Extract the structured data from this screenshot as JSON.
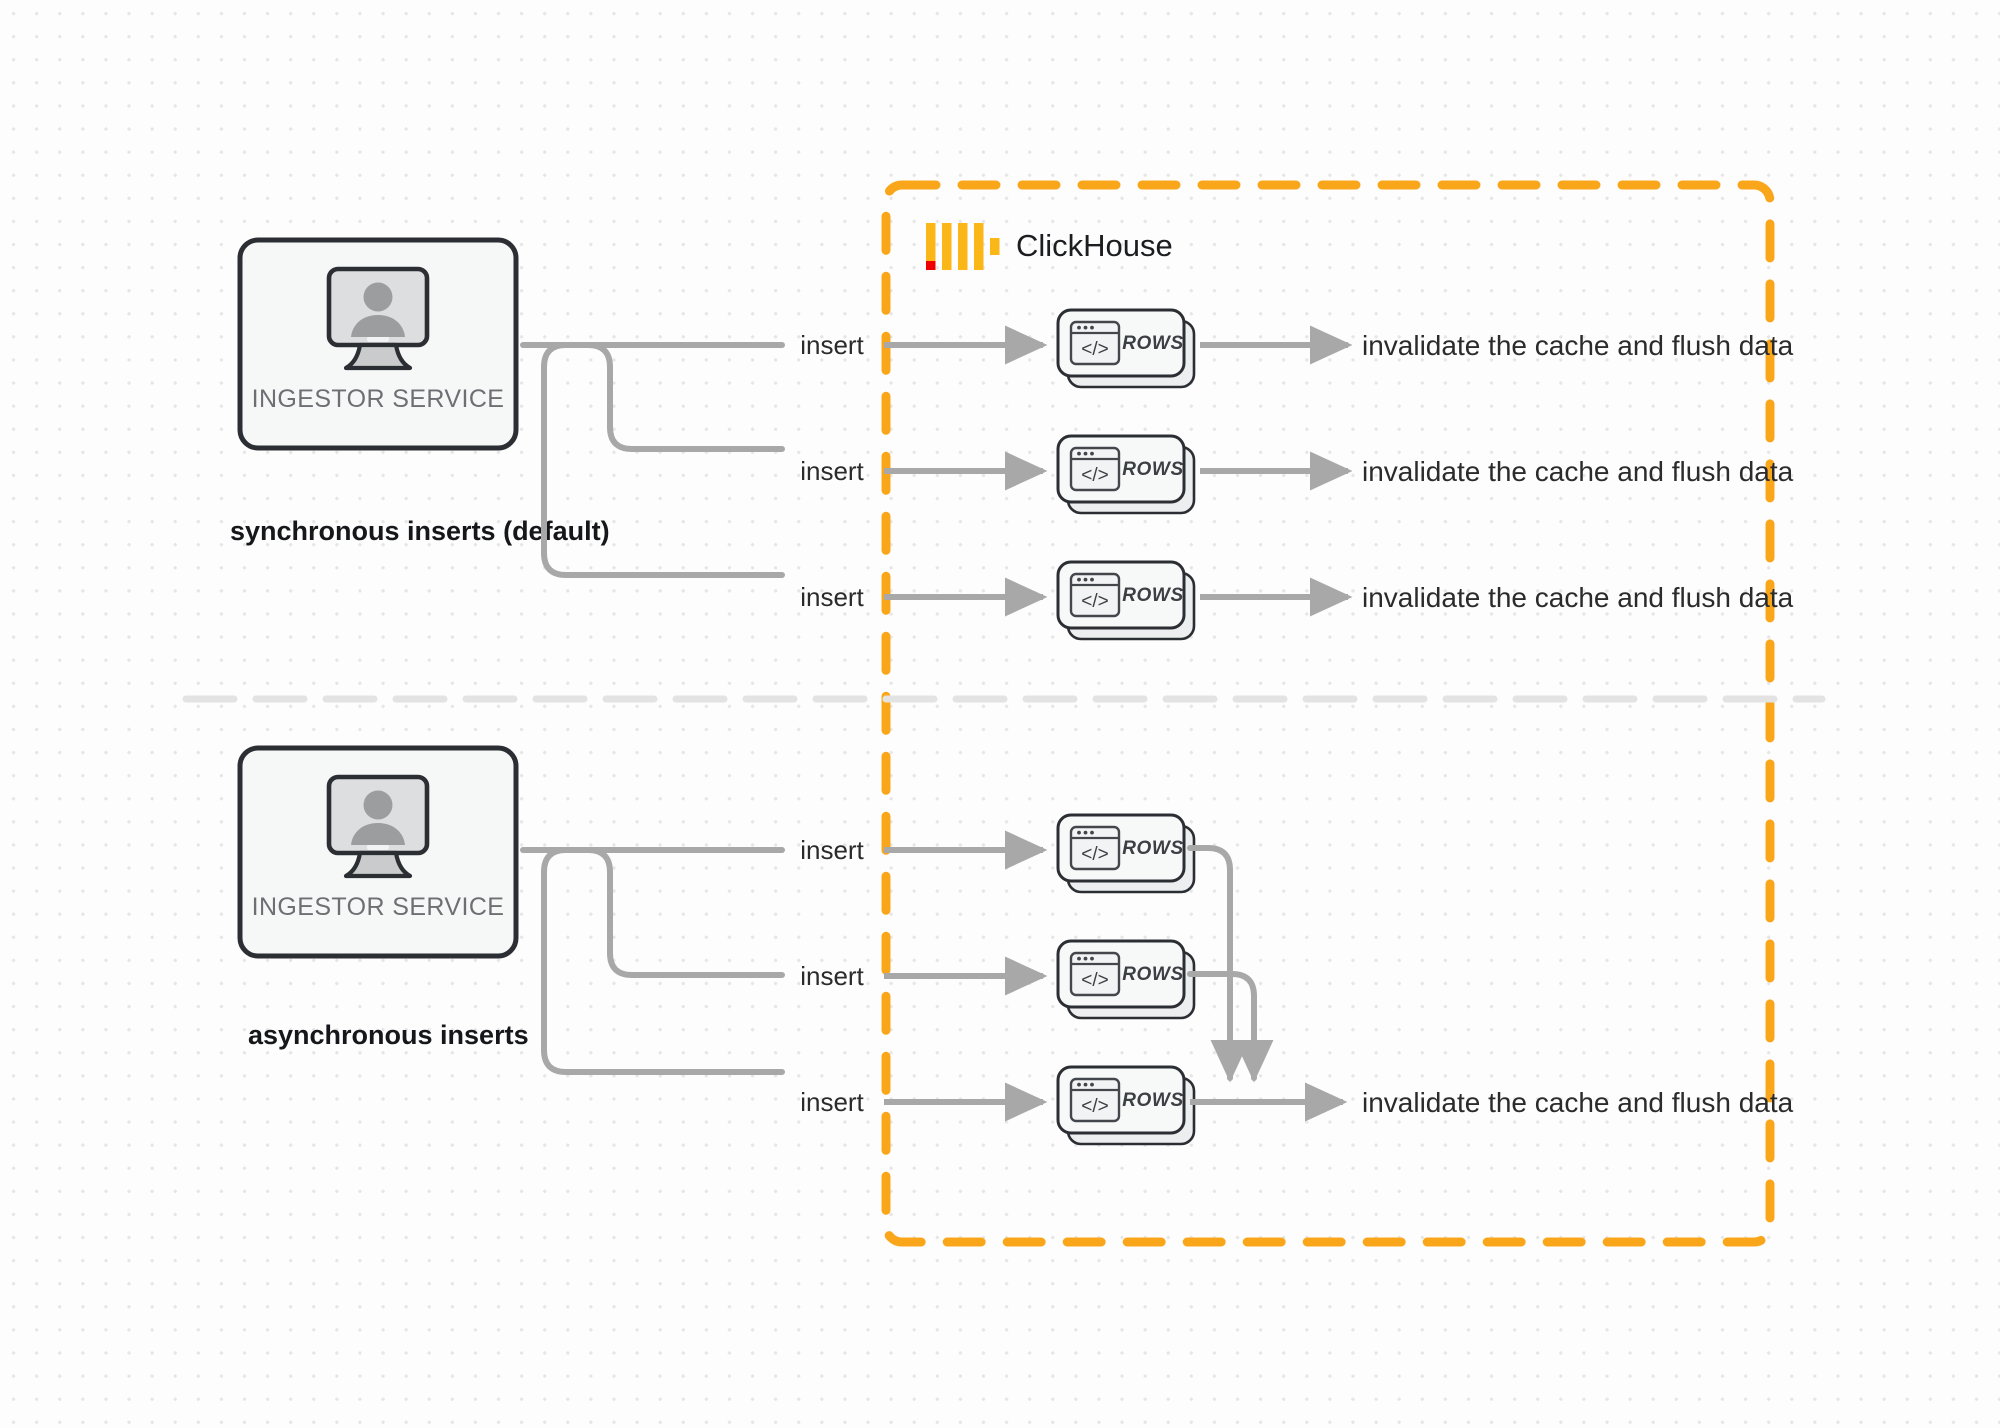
{
  "diagram": {
    "title": "ClickHouse synchronous vs asynchronous inserts",
    "colors": {
      "boundary": "#faa61a",
      "boundary_accent_red": "#ee0000",
      "connector": "#a8a8a8",
      "node_border": "#2b2f33",
      "node_fill": "#f5f7f7",
      "divider": "#e3e3e3",
      "background": "#fdfdfd",
      "dot_grid": "#e6e6e6",
      "text": "#2b2b2b",
      "muted_text": "#6d6f73"
    },
    "boundary": {
      "name": "clickhouse-boundary",
      "brand_label": "ClickHouse",
      "logo_name": "clickhouse-logo"
    },
    "sections": [
      {
        "id": "synchronous",
        "caption": "synchronous inserts (default)",
        "source": {
          "label": "INGESTOR SERVICE",
          "icon": "monitor-user-icon"
        },
        "flows": [
          {
            "edge_label": "insert",
            "target_label": "ROWS",
            "result_label": "invalidate the cache and flush data"
          },
          {
            "edge_label": "insert",
            "target_label": "ROWS",
            "result_label": "invalidate the cache and flush data"
          },
          {
            "edge_label": "insert",
            "target_label": "ROWS",
            "result_label": "invalidate the cache and flush data"
          }
        ]
      },
      {
        "id": "asynchronous",
        "caption": "asynchronous inserts",
        "source": {
          "label": "INGESTOR SERVICE",
          "icon": "monitor-user-icon"
        },
        "flows": [
          {
            "edge_label": "insert",
            "target_label": "ROWS",
            "result_label": ""
          },
          {
            "edge_label": "insert",
            "target_label": "ROWS",
            "result_label": ""
          },
          {
            "edge_label": "insert",
            "target_label": "ROWS",
            "result_label": "invalidate the cache and flush data"
          }
        ]
      }
    ]
  }
}
